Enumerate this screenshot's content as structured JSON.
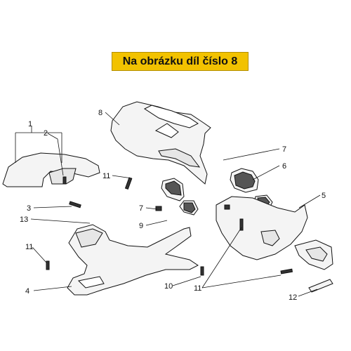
{
  "banner": {
    "text": "Na obrázku díl číslo 8"
  },
  "callouts": {
    "c1": "1",
    "c2": "2",
    "c3": "3",
    "c4": "4",
    "c5": "5",
    "c6": "6",
    "c7a": "7",
    "c7b": "7",
    "c8": "8",
    "c9": "9",
    "c10": "10",
    "c11a": "11",
    "c11b": "11",
    "c11c": "11",
    "c12": "12",
    "c13": "13"
  },
  "colors": {
    "banner": "#f2c200",
    "line": "#111111",
    "part_fill": "#f4f4f4"
  }
}
